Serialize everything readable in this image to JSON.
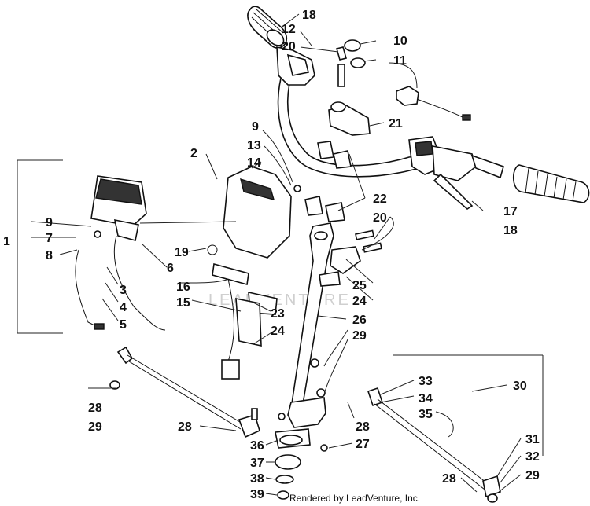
{
  "labels": [
    "1",
    "2",
    "3",
    "4",
    "5",
    "6",
    "7",
    "8",
    "9",
    "9",
    "10",
    "11",
    "12",
    "13",
    "14",
    "15",
    "16",
    "17",
    "18",
    "18",
    "19",
    "20",
    "20",
    "21",
    "22",
    "23",
    "24",
    "24",
    "25",
    "26",
    "27",
    "28",
    "28",
    "28",
    "28",
    "29",
    "29",
    "29",
    "29",
    "30",
    "31",
    "32",
    "33",
    "34",
    "35",
    "36",
    "37",
    "38",
    "39"
  ],
  "watermark": "LEADVENTURE",
  "credit": "Rendered by LeadVenture, Inc."
}
